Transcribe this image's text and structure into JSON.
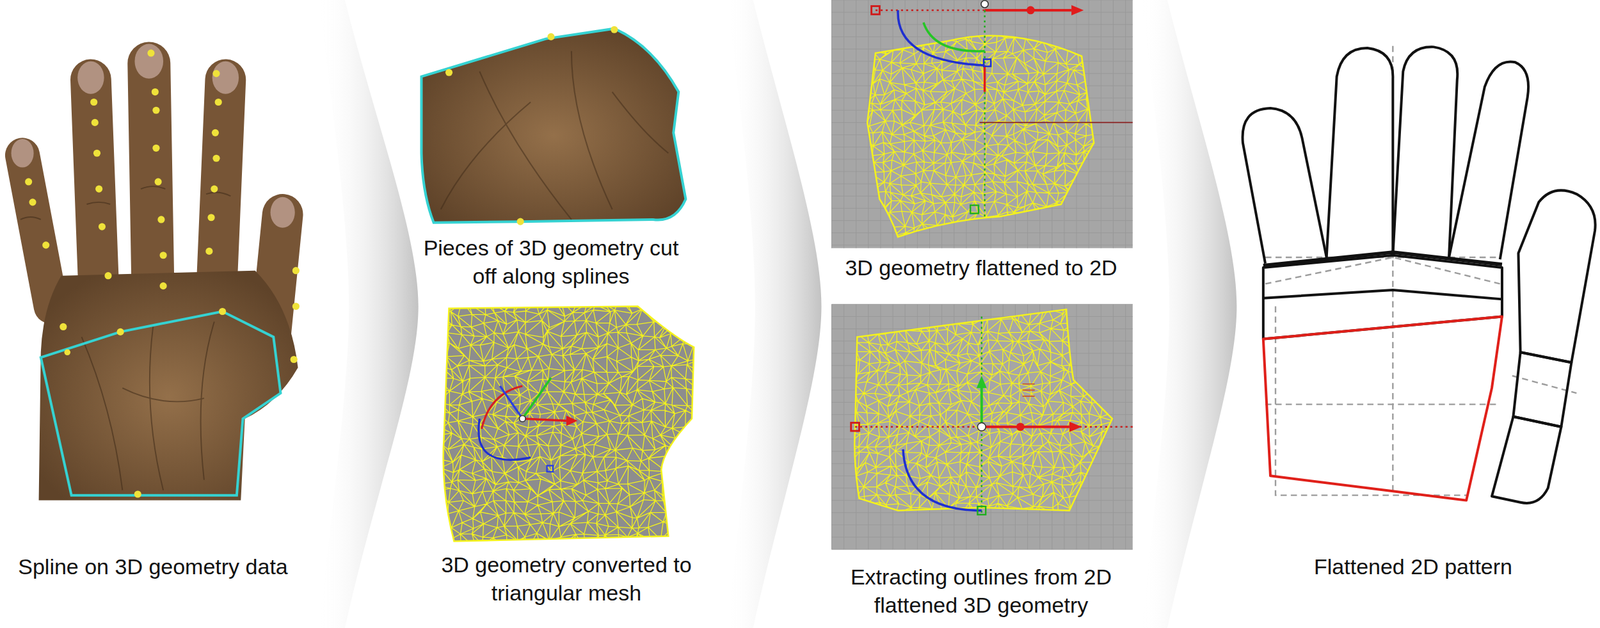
{
  "diagram": {
    "labels": [
      "Spline on 3D geometry data",
      "Pieces of 3D geometry cut off along splines",
      "3D geometry converted to triangular mesh",
      "3D geometry flattened to 2D",
      "Extracting outlines from 2D flattened 3D geometry",
      "Flattened 2D pattern"
    ]
  }
}
